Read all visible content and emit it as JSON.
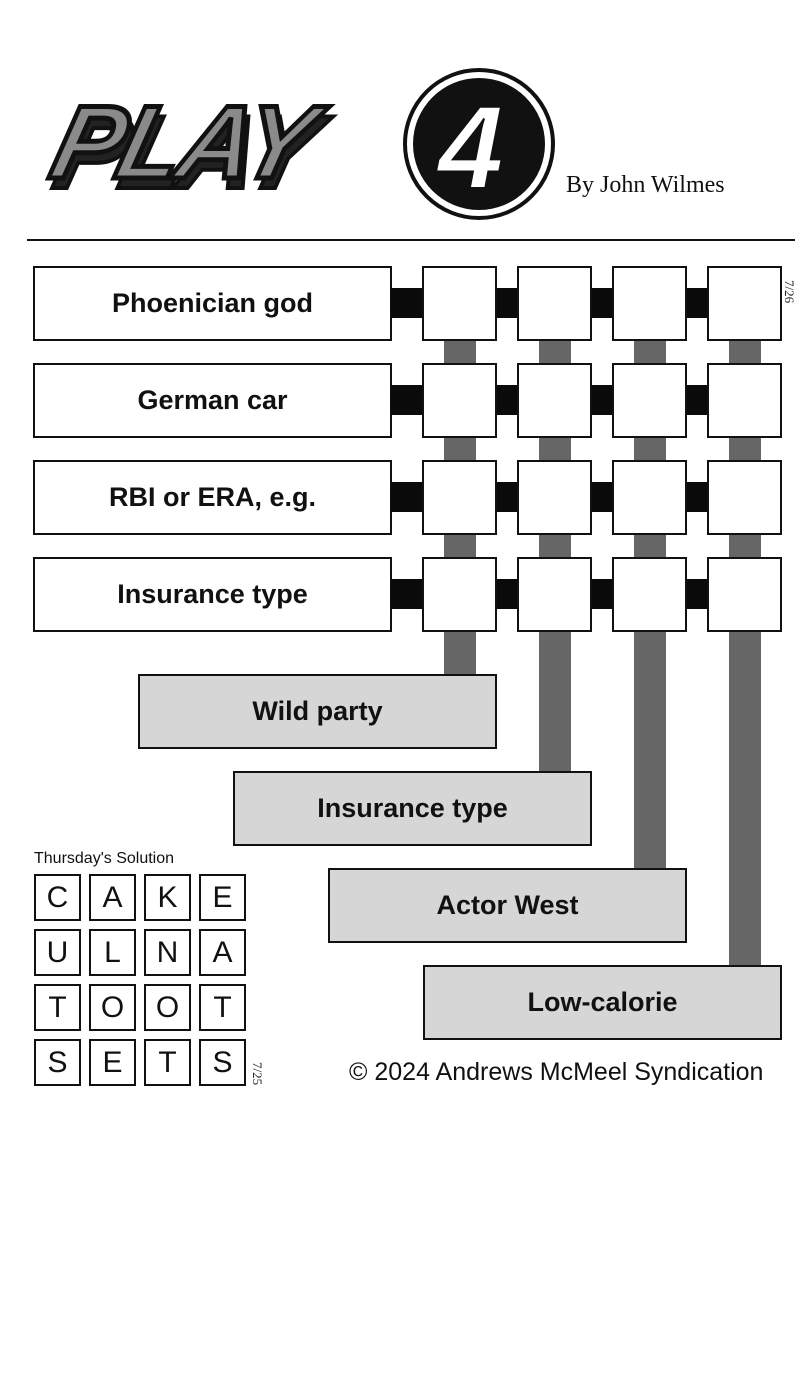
{
  "header": {
    "logo_text": "PLAY4",
    "byline": "By John Wilmes"
  },
  "puzzle": {
    "date_label": "7/26",
    "across_clues": [
      "Phoenician god",
      "German car",
      "RBI or ERA, e.g.",
      "Insurance type"
    ],
    "down_clues": [
      "Wild party",
      "Insurance type",
      "Actor West",
      "Low-calorie"
    ]
  },
  "solution": {
    "title": "Thursday's Solution",
    "date_label": "7/25",
    "grid": [
      [
        "C",
        "A",
        "K",
        "E"
      ],
      [
        "U",
        "L",
        "N",
        "A"
      ],
      [
        "T",
        "O",
        "O",
        "T"
      ],
      [
        "S",
        "E",
        "T",
        "S"
      ]
    ]
  },
  "footer": {
    "copyright": "© 2024 Andrews McMeel Syndication"
  },
  "colors": {
    "down_clue_fill": "#d6d6d6",
    "vertical_bar": "#666666",
    "connector": "#0a0a0a"
  }
}
